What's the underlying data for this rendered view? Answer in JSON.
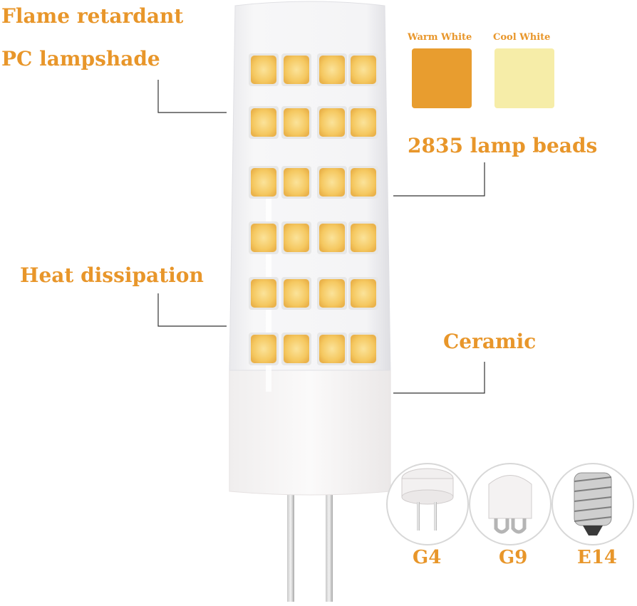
{
  "labels": {
    "flame_line1": "Flame retardant",
    "flame_line2": "PC lampshade",
    "beads": "2835 lamp beads",
    "heat": "Heat dissipation",
    "ceramic": "Ceramic"
  },
  "swatches": [
    {
      "label": "Warm White",
      "color": "#e89d2f"
    },
    {
      "label": "Cool White",
      "color": "#f6eda8"
    }
  ],
  "sockets": [
    {
      "label": "G4"
    },
    {
      "label": "G9"
    },
    {
      "label": "E14"
    }
  ],
  "colors": {
    "accent": "#e8962a",
    "led": "#f5c860"
  }
}
